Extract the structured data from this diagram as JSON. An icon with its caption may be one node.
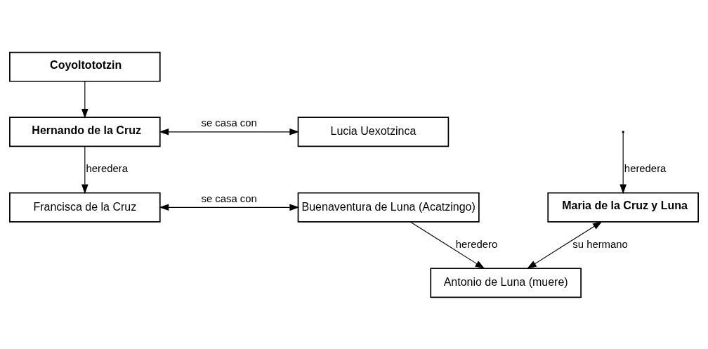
{
  "diagram": {
    "nodes": [
      {
        "text": [
          "Coyoltototzin"
        ]
      },
      {
        "text": [
          "Hernando de la Cruz"
        ]
      },
      {
        "text": [
          "Lucia Uexotzinca"
        ]
      },
      {
        "text": [
          "Francisca de la Cruz"
        ]
      },
      {
        "text": [
          "Buenaventura de Luna (Acatzingo)"
        ]
      },
      {
        "text": [
          "Maria de la Cruz y Luna"
        ]
      },
      {
        "text": [
          "Antonio de Luna (muere)"
        ]
      }
    ],
    "edges": [
      {
        "from": 0,
        "to": 1,
        "arrow": "to"
      },
      {
        "from": 1,
        "to": 2,
        "arrow": "both",
        "label": "se casa con"
      },
      {
        "from": 1,
        "to": 3,
        "arrow": "to",
        "label": "heredera"
      },
      {
        "from": 3,
        "to": 4,
        "arrow": "both",
        "label": "se casa con"
      },
      {
        "from": null,
        "to": 5,
        "arrow": "to",
        "label": "heredera"
      },
      {
        "from": 4,
        "to": 6,
        "arrow": "to",
        "label": "heredero"
      },
      {
        "from": 5,
        "to": 6,
        "arrow": "both",
        "label": "su hermano"
      }
    ]
  }
}
